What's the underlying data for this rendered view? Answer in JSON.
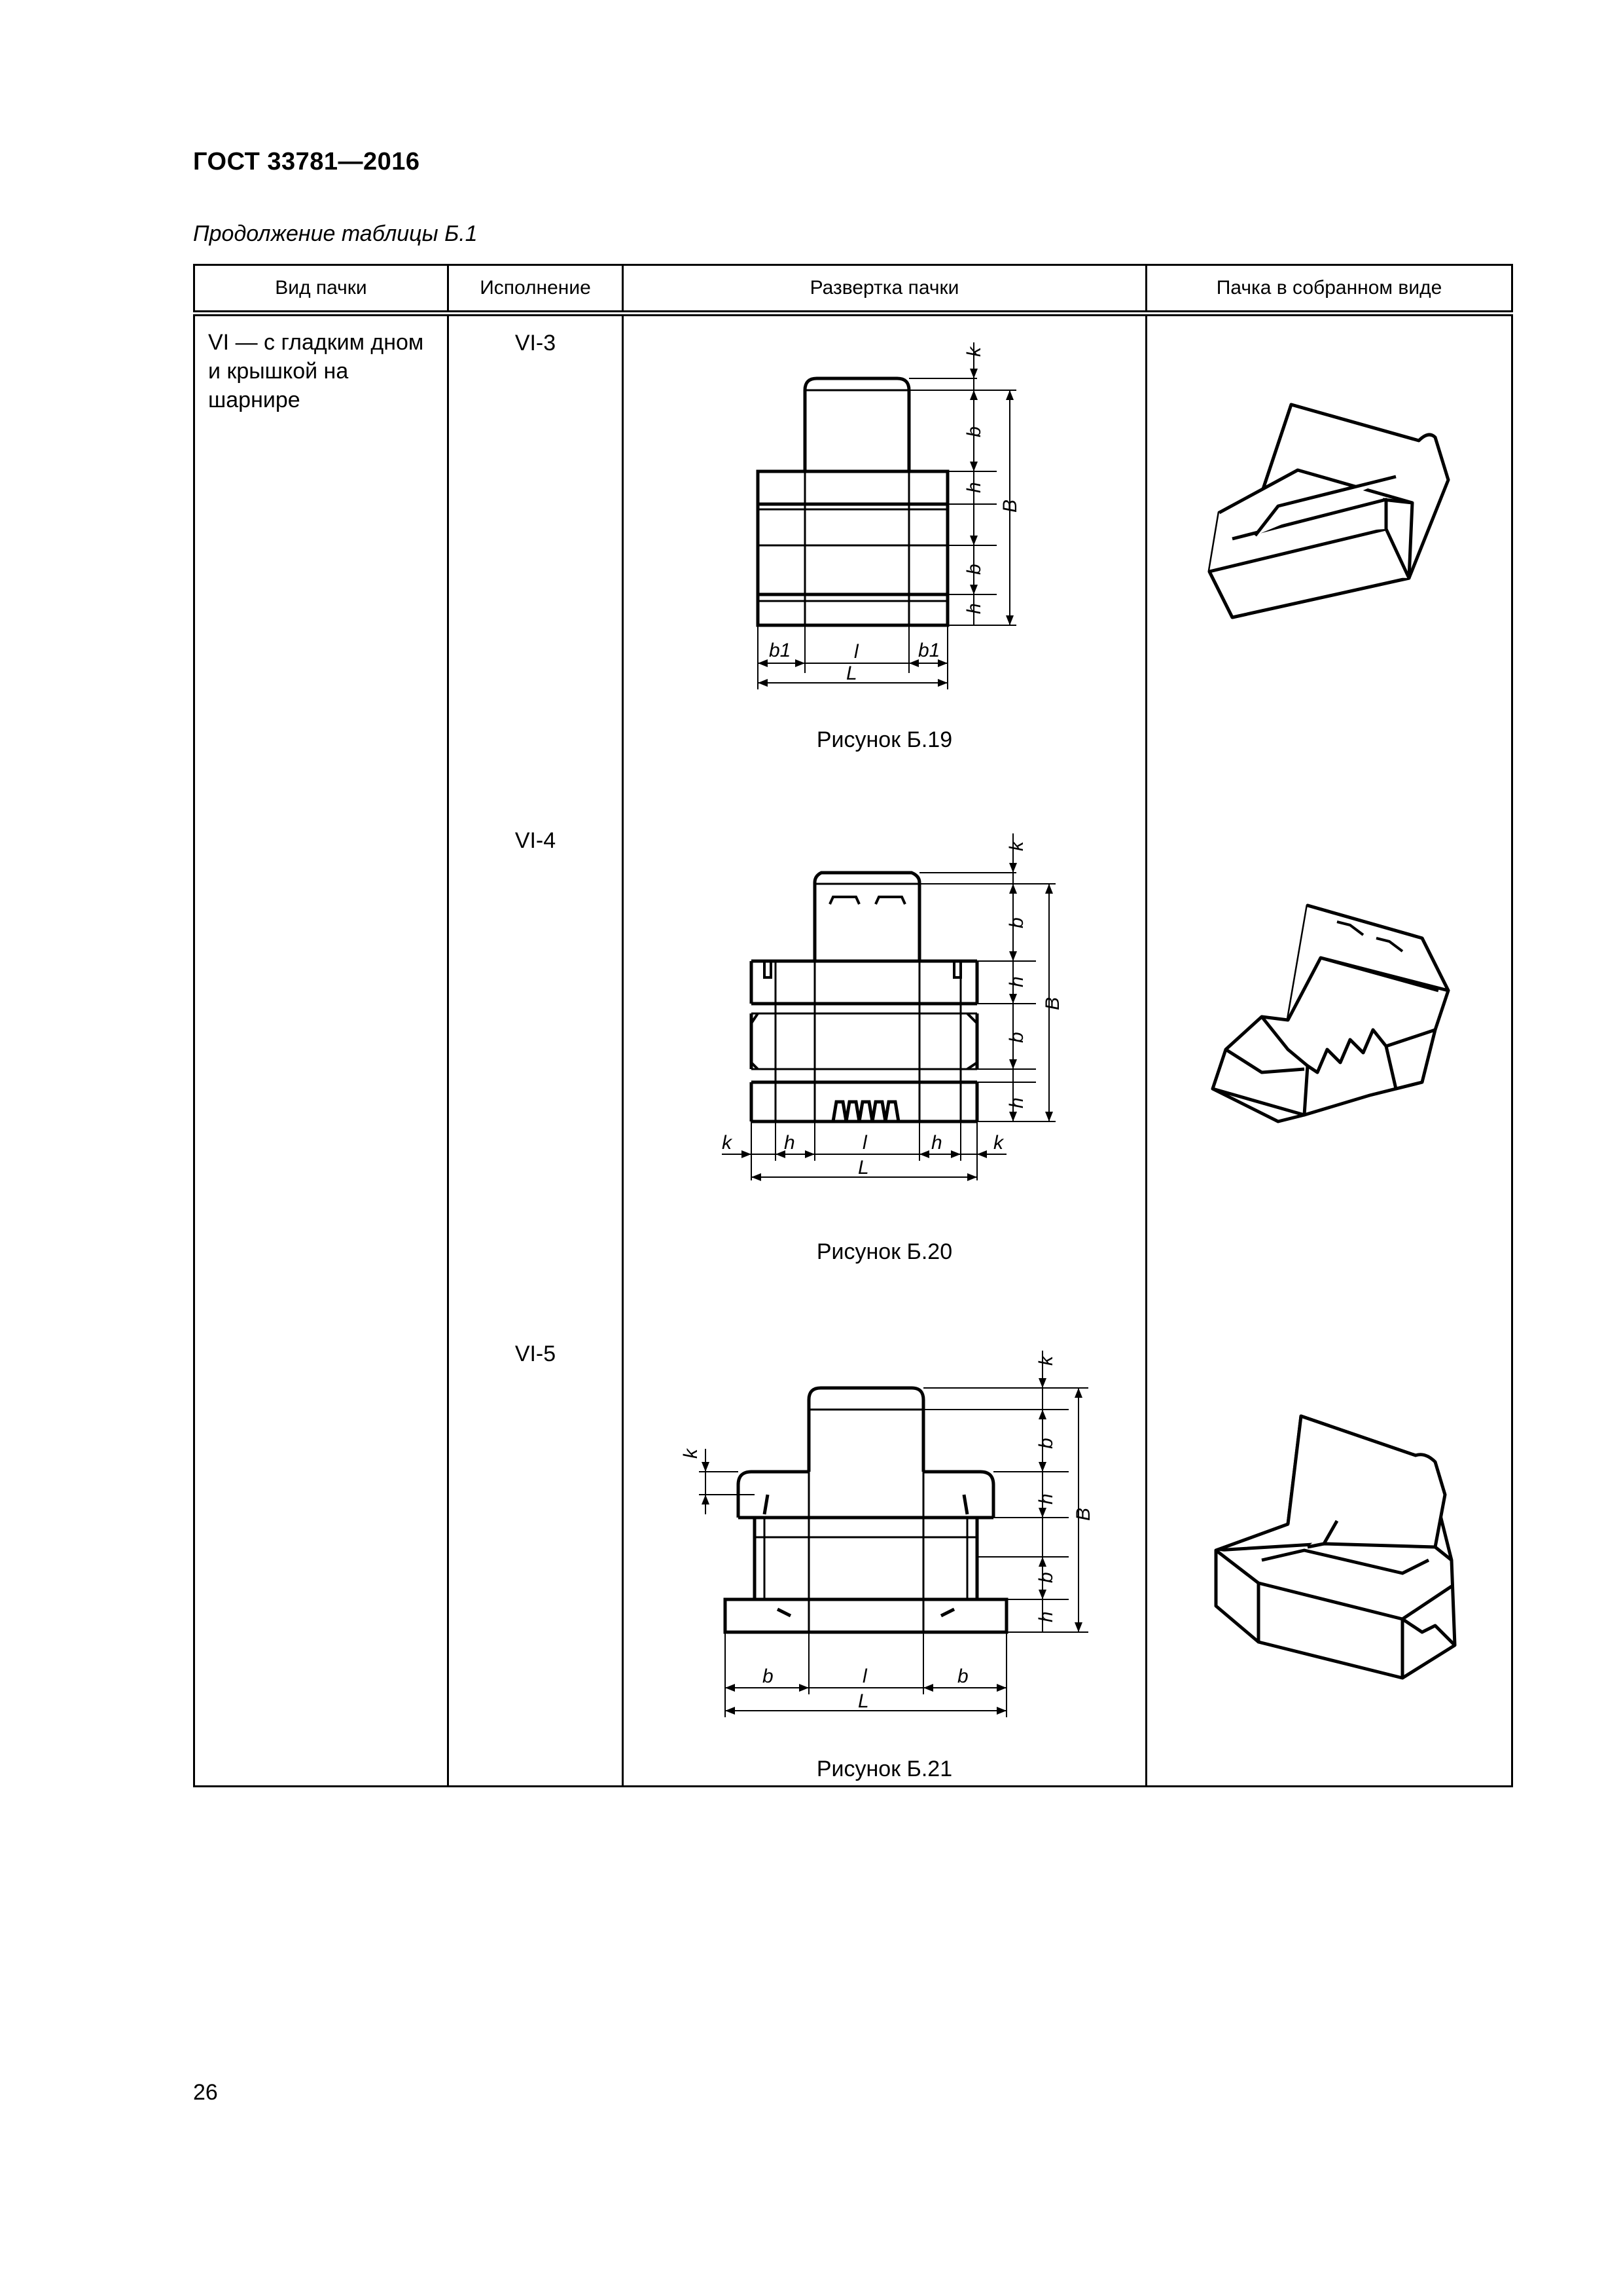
{
  "header": {
    "title": "ГОСТ 33781—2016"
  },
  "caption": "Продолжение таблицы Б.1",
  "table": {
    "columns": [
      "Вид пачки",
      "Исполнение",
      "Развертка пачки",
      "Пачка в собранном виде"
    ],
    "view_type": "VI — с гладким дном и крышкой на шарнире",
    "variants": [
      {
        "code": "VI-3",
        "figure": "Рисунок Б.19"
      },
      {
        "code": "VI-4",
        "figure": "Рисунок Б.20"
      },
      {
        "code": "VI-5",
        "figure": "Рисунок Б.21"
      }
    ]
  },
  "dimensions": {
    "k": "k",
    "b": "b",
    "h": "h",
    "B": "B",
    "l": "l",
    "L": "L",
    "b1": "b1"
  },
  "page_number": "26"
}
